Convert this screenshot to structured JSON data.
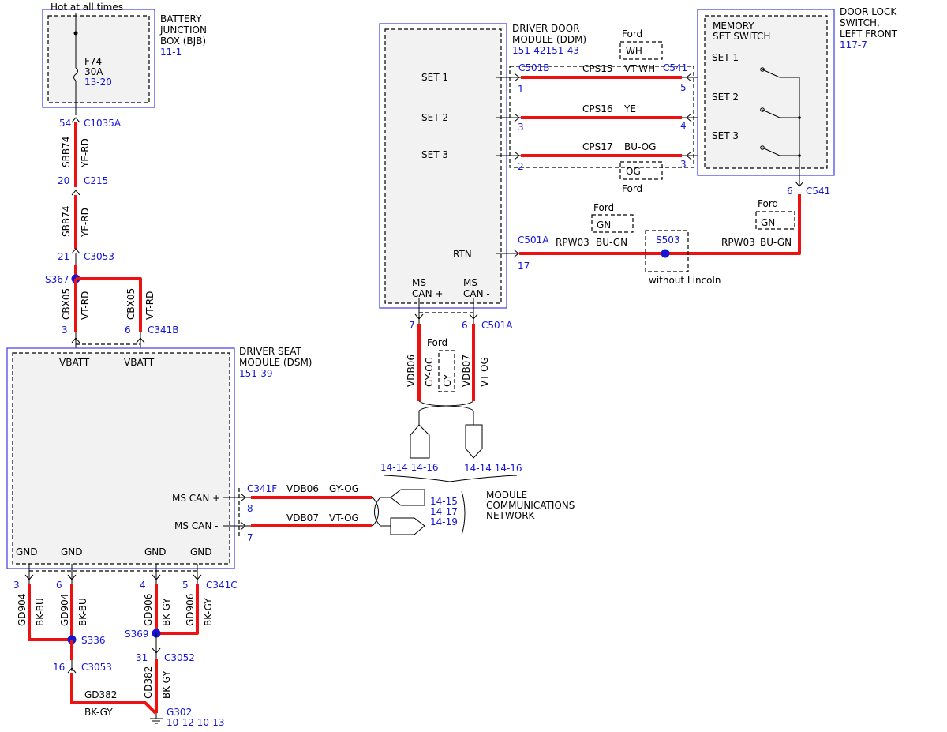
{
  "labels": {
    "hot_at_all_times": "Hot at all times",
    "without_lincoln": "without Lincoln",
    "ford": "Ford",
    "module_comm": [
      "MODULE",
      "COMMUNICATIONS",
      "NETWORK"
    ]
  },
  "components": {
    "bjb": {
      "title": [
        "BATTERY",
        "JUNCTION",
        "BOX (BJB)"
      ],
      "ref": "11-1",
      "fuse_name": "F74",
      "fuse_amp": "30A",
      "fuse_ref": "13-20"
    },
    "ddm": {
      "title": [
        "DRIVER DOOR",
        "MODULE (DDM)"
      ],
      "ref": "151-42151-43",
      "pins": [
        "SET 1",
        "SET 2",
        "SET 3",
        "RTN"
      ],
      "can_plus": [
        "MS",
        "CAN +"
      ],
      "can_minus": [
        "MS",
        "CAN -"
      ]
    },
    "dls": {
      "title": [
        "DOOR LOCK",
        "SWITCH,",
        "LEFT FRONT"
      ],
      "ref": "117-7",
      "inner_title": [
        "MEMORY",
        "SET SWITCH"
      ],
      "sets": [
        "SET 1",
        "SET 2",
        "SET 3"
      ]
    },
    "dsm": {
      "title": [
        "DRIVER SEAT",
        "MODULE (DSM)"
      ],
      "ref": "151-39",
      "vbatt": "VBATT",
      "can_plus": "MS CAN +",
      "can_minus": "MS CAN -",
      "gnd": "GND"
    }
  },
  "connectors": {
    "c1035a": {
      "name": "C1035A",
      "pin": "54"
    },
    "c215": {
      "name": "C215",
      "pin": "20"
    },
    "c3053_top": {
      "name": "C3053",
      "pin": "21"
    },
    "c341b": {
      "name": "C341B",
      "pin_a": "3",
      "pin_b": "6"
    },
    "c501b": {
      "name": "C501B",
      "pins": [
        "1",
        "3",
        "2"
      ]
    },
    "c541": {
      "name": "C541",
      "pins": [
        "5",
        "4",
        "3"
      ],
      "rtn_name": "C541",
      "rtn_pin": "6"
    },
    "c501a": {
      "name": "C501A",
      "rtn_pin": "17",
      "can_name": "C501A",
      "can_pin_plus": "7",
      "can_pin_minus": "6"
    },
    "c341f": {
      "name": "C341F",
      "pin_plus": "8",
      "pin_minus": "7"
    },
    "c341c": {
      "name": "C341C",
      "pins": [
        "3",
        "6",
        "4",
        "5"
      ]
    },
    "c3053_bot": {
      "name": "C3053",
      "pin": "16"
    },
    "c3052": {
      "name": "C3052",
      "pin": "31"
    }
  },
  "splices": {
    "s367": "S367",
    "s503": "S503",
    "s336": "S336",
    "s369": "S369"
  },
  "ground": {
    "name": "G302",
    "refs": "10-12 10-13"
  },
  "wires": {
    "sbb74_a": {
      "circuit": "SBB74",
      "color": "YE-RD"
    },
    "sbb74_b": {
      "circuit": "SBB74",
      "color": "YE-RD"
    },
    "cbx05_a": {
      "circuit": "CBX05",
      "color": "VT-RD"
    },
    "cbx05_b": {
      "circuit": "CBX05",
      "color": "VT-RD"
    },
    "cps15": {
      "circuit": "CPS15",
      "color": "VT-WH",
      "ford_color": "WH"
    },
    "cps16": {
      "circuit": "CPS16",
      "color": "YE"
    },
    "cps17": {
      "circuit": "CPS17",
      "color": "BU-OG",
      "ford_color": "OG"
    },
    "rpw03_a": {
      "circuit": "RPW03",
      "color": "BU-GN",
      "ford_color": "GN"
    },
    "rpw03_b": {
      "circuit": "RPW03",
      "color": "BU-GN",
      "ford_color": "GN"
    },
    "vdb06_v": {
      "circuit": "VDB06",
      "color": "GY-OG",
      "ford_color": "GY"
    },
    "vdb07_v": {
      "circuit": "VDB07",
      "color": "VT-OG"
    },
    "vdb06_h": {
      "circuit": "VDB06",
      "color": "GY-OG"
    },
    "vdb07_h": {
      "circuit": "VDB07",
      "color": "VT-OG"
    },
    "gd904_a": {
      "circuit": "GD904",
      "color": "BK-BU"
    },
    "gd904_b": {
      "circuit": "GD904",
      "color": "BK-BU"
    },
    "gd906_a": {
      "circuit": "GD906",
      "color": "BK-GY"
    },
    "gd906_b": {
      "circuit": "GD906",
      "color": "BK-GY"
    },
    "gd382_a": {
      "circuit": "GD382",
      "color": "BK-GY"
    },
    "gd382_b": {
      "circuit": "GD382",
      "color": "BK-GY"
    }
  },
  "page_refs": {
    "ddm_can_plus": "14-14 14-16",
    "ddm_can_minus": "14-14 14-16",
    "network": [
      "14-15",
      "14-17",
      "14-19"
    ]
  },
  "colors": {
    "wire": "#ee1111",
    "link": "#1515d6",
    "component_border": "#4a4ae6"
  }
}
